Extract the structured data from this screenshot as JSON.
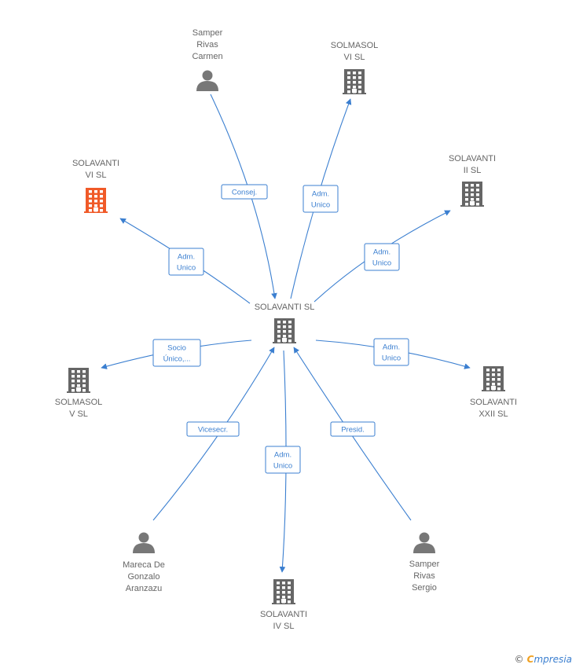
{
  "colors": {
    "edge": "#3b7fd0",
    "company": "#666666",
    "highlight": "#f05a28",
    "person": "#777777"
  },
  "nodes": [
    {
      "id": "center",
      "type": "company",
      "lines": [
        "SOLAVANTI SL"
      ],
      "icon": "building-icon"
    },
    {
      "id": "samper_carmen",
      "type": "person",
      "lines": [
        "Samper",
        "Rivas",
        "Carmen"
      ],
      "icon": "person-icon"
    },
    {
      "id": "solmasol_vi",
      "type": "company",
      "lines": [
        "SOLMASOL",
        "VI SL"
      ],
      "icon": "building-icon"
    },
    {
      "id": "solavanti_vi",
      "type": "company",
      "highlight": true,
      "lines": [
        "SOLAVANTI",
        "VI SL"
      ],
      "icon": "building-icon"
    },
    {
      "id": "solavanti_ii",
      "type": "company",
      "lines": [
        "SOLAVANTI",
        "II SL"
      ],
      "icon": "building-icon"
    },
    {
      "id": "solmasol_v",
      "type": "company",
      "lines": [
        "SOLMASOL",
        "V SL"
      ],
      "icon": "building-icon"
    },
    {
      "id": "solavanti_xxii",
      "type": "company",
      "lines": [
        "SOLAVANTI",
        "XXII SL"
      ],
      "icon": "building-icon"
    },
    {
      "id": "mareca",
      "type": "person",
      "lines": [
        "Mareca De",
        "Gonzalo",
        "Aranzazu"
      ],
      "icon": "person-icon"
    },
    {
      "id": "solavanti_iv",
      "type": "company",
      "lines": [
        "SOLAVANTI",
        "IV SL"
      ],
      "icon": "building-icon"
    },
    {
      "id": "samper_sergio",
      "type": "person",
      "lines": [
        "Samper",
        "Rivas",
        "Sergio"
      ],
      "icon": "person-icon"
    }
  ],
  "edges": [
    {
      "from": "samper_carmen",
      "to": "center",
      "label": [
        "Consej."
      ]
    },
    {
      "from": "center",
      "to": "solmasol_vi",
      "label": [
        "Adm.",
        "Unico"
      ]
    },
    {
      "from": "center",
      "to": "solavanti_vi",
      "label": [
        "Adm.",
        "Unico"
      ]
    },
    {
      "from": "center",
      "to": "solavanti_ii",
      "label": [
        "Adm.",
        "Unico"
      ]
    },
    {
      "from": "center",
      "to": "solmasol_v",
      "label": [
        "Socio",
        "Único,..."
      ]
    },
    {
      "from": "center",
      "to": "solavanti_xxii",
      "label": [
        "Adm.",
        "Unico"
      ]
    },
    {
      "from": "mareca",
      "to": "center",
      "label": [
        "Vicesecr."
      ]
    },
    {
      "from": "center",
      "to": "solavanti_iv",
      "label": [
        "Adm.",
        "Unico"
      ]
    },
    {
      "from": "samper_sergio",
      "to": "center",
      "label": [
        "Presid."
      ]
    }
  ],
  "brand": {
    "copyright": "©",
    "first": "C",
    "rest": "mpresia"
  }
}
